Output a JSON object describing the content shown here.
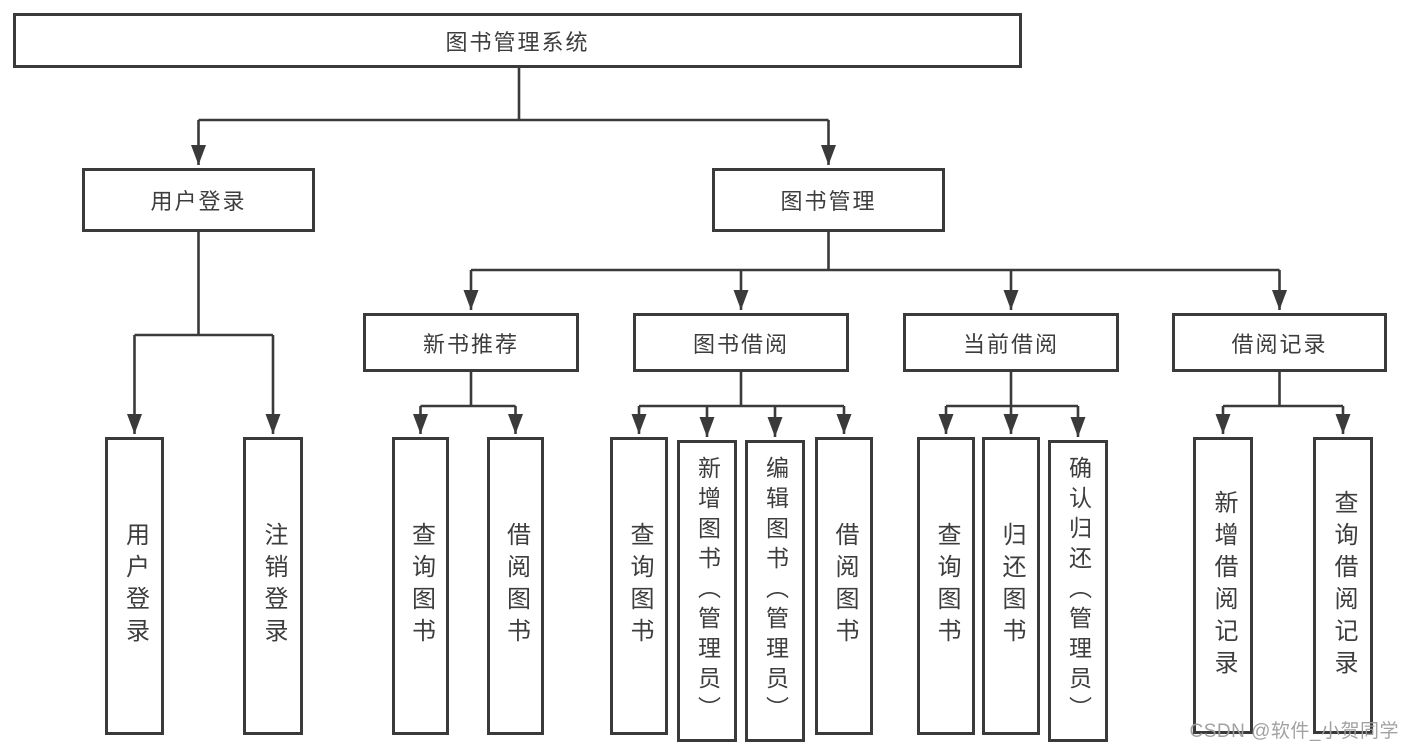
{
  "tree": {
    "label": "图书管理系统",
    "children": [
      {
        "label": "用户登录",
        "children": [
          {
            "label": "用户登录"
          },
          {
            "label": "注销登录"
          }
        ]
      },
      {
        "label": "图书管理",
        "children": [
          {
            "label": "新书推荐",
            "children": [
              {
                "label": "查询图书"
              },
              {
                "label": "借阅图书"
              }
            ]
          },
          {
            "label": "图书借阅",
            "children": [
              {
                "label": "查询图书"
              },
              {
                "label": "新增图书（管理员）"
              },
              {
                "label": "编辑图书（管理员）"
              },
              {
                "label": "借阅图书"
              }
            ]
          },
          {
            "label": "当前借阅",
            "children": [
              {
                "label": "查询图书"
              },
              {
                "label": "归还图书"
              },
              {
                "label": "确认归还（管理员）"
              }
            ]
          },
          {
            "label": "借阅记录",
            "children": [
              {
                "label": "新增借阅记录"
              },
              {
                "label": "查询借阅记录"
              }
            ]
          }
        ]
      }
    ]
  },
  "watermark": "CSDN @软件_小贺同学",
  "colors": {
    "line": "#3a3a3a",
    "text": "#3d3d3d",
    "watermark": "#9e9e9e",
    "background": "#ffffff"
  }
}
